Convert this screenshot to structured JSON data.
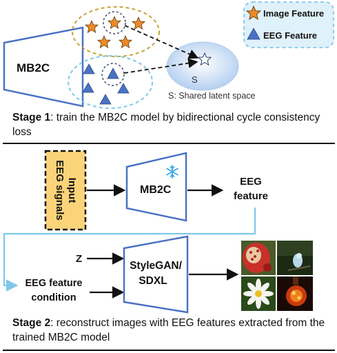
{
  "legend": {
    "image_feature": "Image Feature",
    "eeg_feature": "EEG Feature"
  },
  "stage1": {
    "model_label": "MB2C",
    "latent_symbol": "S",
    "latent_caption": "S: Shared latent space",
    "caption_prefix": "Stage 1",
    "caption_text": ": train the MB2C model by bidirectional cycle consistency loss"
  },
  "stage2": {
    "input_line1": "Input",
    "input_line2": "EEG signals",
    "model_label": "MB2C",
    "output_line1": "EEG",
    "output_line2": "feature",
    "z_label": "Z",
    "condition_line1": "EEG feature",
    "condition_line2": "condition",
    "generator_line1": "StyleGAN/",
    "generator_line2": "SDXL",
    "caption_prefix": "Stage 2",
    "caption_text": ": reconstruct images with EEG features extracted from the trained MB2C model"
  },
  "colors": {
    "accent_blue": "#4a72c4",
    "star_orange": "#f08a24",
    "gold_ellipse": "#c8a236",
    "light_blue": "#7ec8e8",
    "input_fill": "#fbd47a"
  }
}
